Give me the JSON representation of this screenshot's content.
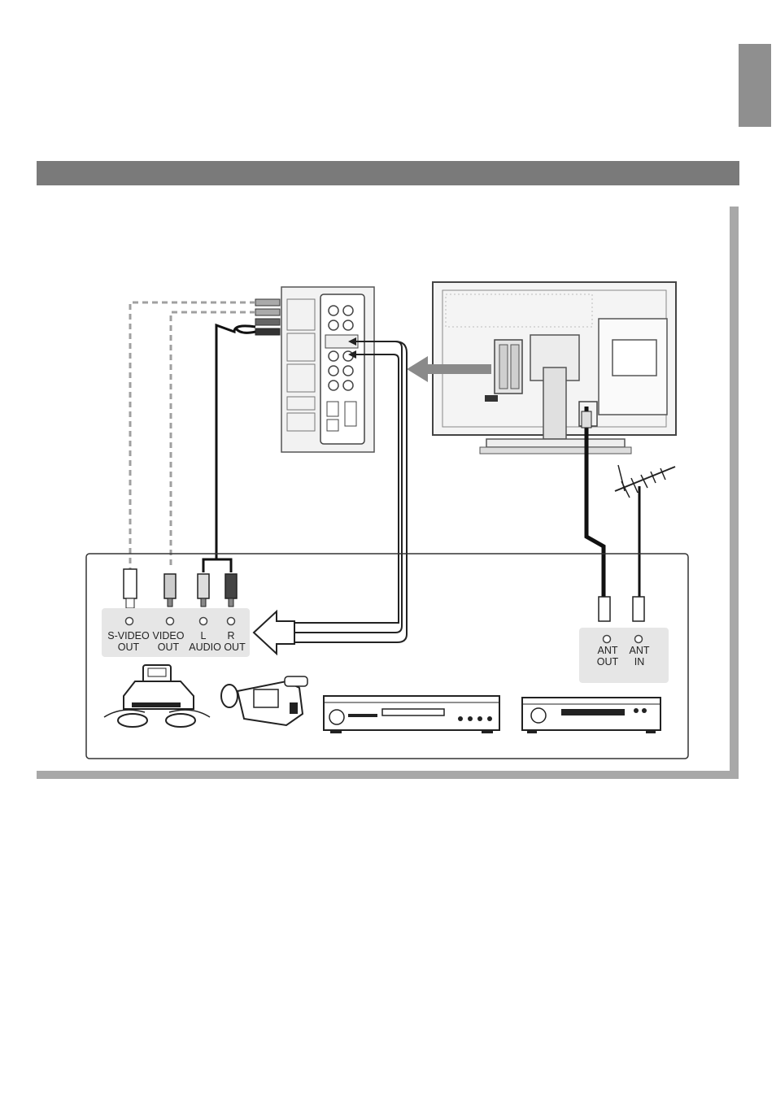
{
  "connectors": {
    "svideo": {
      "line1": "S-VIDEO",
      "line2": "OUT"
    },
    "video": {
      "line1": "VIDEO",
      "line2": "OUT"
    },
    "audio_l": "L",
    "audio_r": "R",
    "audio_out": "AUDIO OUT"
  },
  "antenna": {
    "ant_out": {
      "line1": "ANT",
      "line2": "OUT"
    },
    "ant_in": {
      "line1": "ANT",
      "line2": "IN"
    }
  },
  "devices": [
    "game-console",
    "camcorder",
    "dvd-player",
    "vcr"
  ],
  "icons": [
    "antenna-icon",
    "arrow-left-icon"
  ],
  "colors": {
    "tab": "#8f8f8f",
    "bar": "#7a7a7a",
    "frame": "#a8a8a8",
    "connector_panel": "#e6e6e6"
  }
}
